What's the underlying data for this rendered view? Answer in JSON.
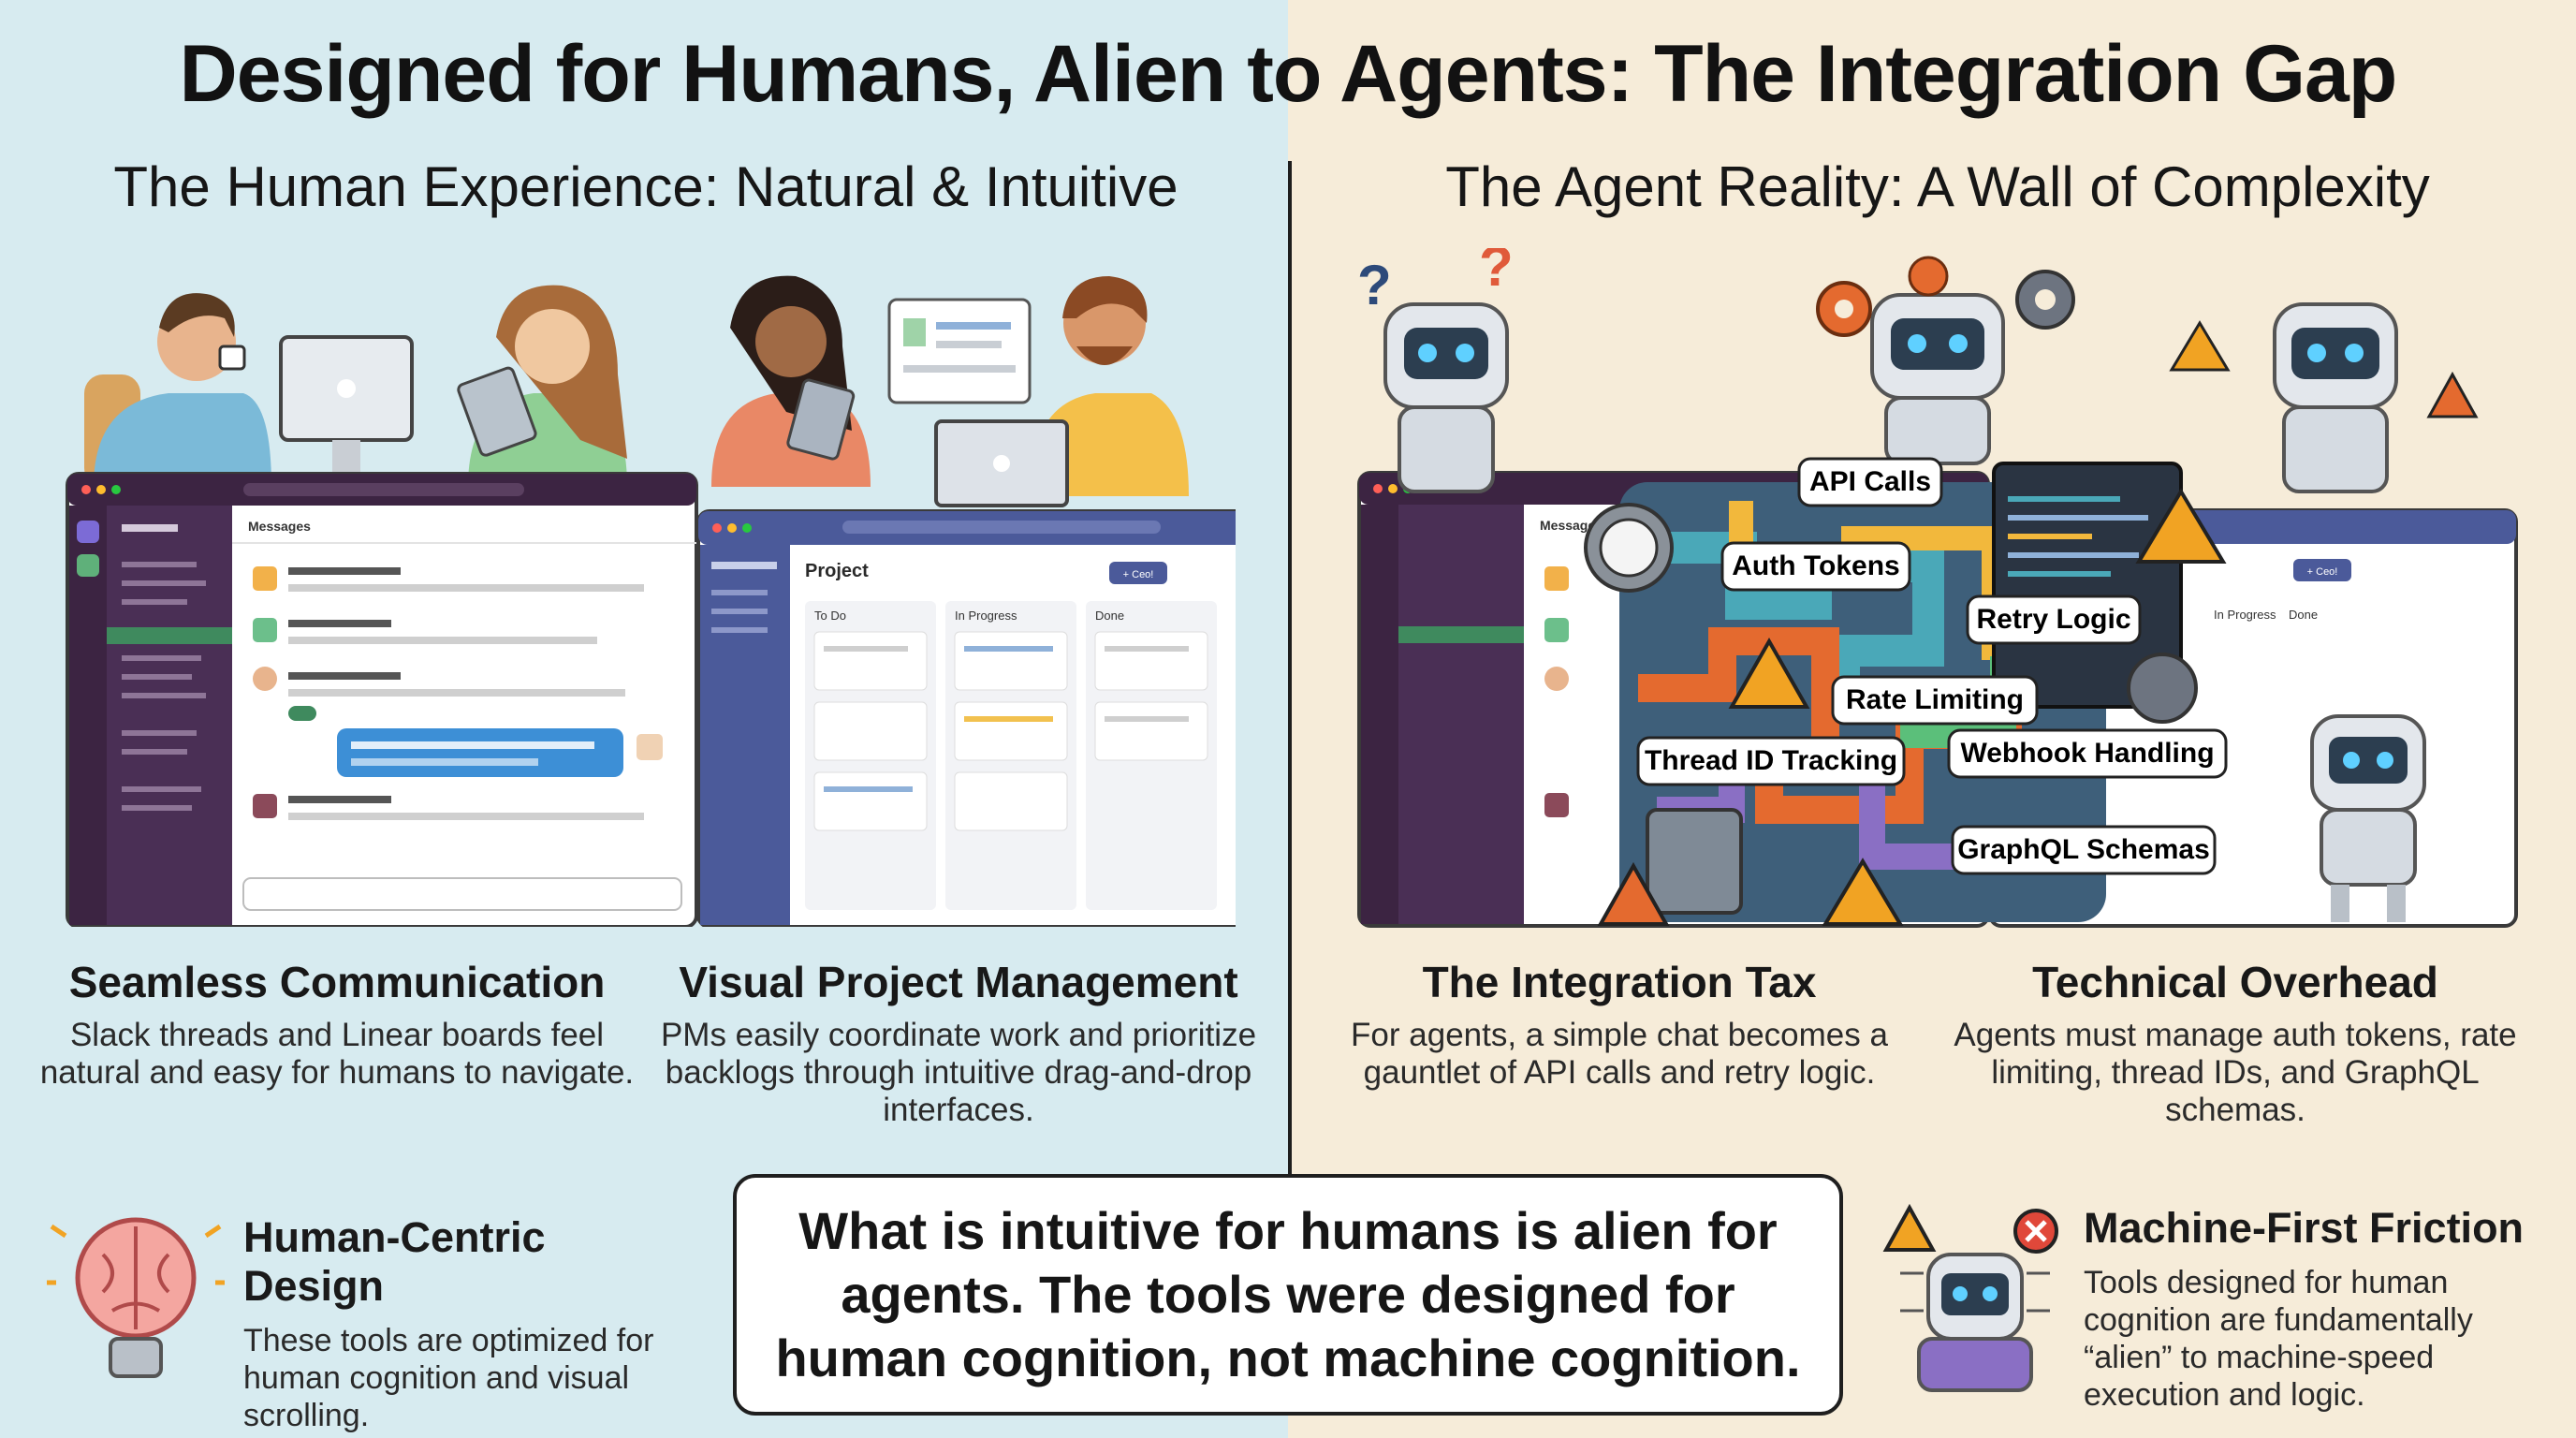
{
  "title": "Designed for Humans, Alien to Agents: The Integration Gap",
  "left": {
    "heading": "The Human Experience: Natural & Intuitive",
    "slack_mock": {
      "channel_label": "Messages"
    },
    "linear_mock": {
      "project_label": "Project",
      "new_button": "+ Ceo!",
      "columns": [
        "To Do",
        "In Progress",
        "Done"
      ]
    },
    "captions": [
      {
        "title": "Seamless Communication",
        "text": "Slack threads and Linear boards feel natural and easy for humans to navigate."
      },
      {
        "title": "Visual Project Management",
        "text": "PMs easily coordinate work and prioritize backlogs through intuitive drag-and-drop interfaces."
      }
    ],
    "bottom": {
      "title": "Human-Centric Design",
      "text": "These tools are optimized for human cognition and visual scrolling."
    }
  },
  "right": {
    "heading": "The Agent Reality: A Wall of Complexity",
    "slack_mock": {
      "channel_label": "Messages"
    },
    "linear_mock": {
      "new_button": "+ Ceo!",
      "columns": [
        "In Progress",
        "Done"
      ]
    },
    "labels": [
      "API Calls",
      "Auth Tokens",
      "Retry Logic",
      "Rate Limiting",
      "Thread ID Tracking",
      "Webhook Handling",
      "GraphQL Schemas"
    ],
    "captions": [
      {
        "title": "The Integration Tax",
        "text": "For agents, a simple chat becomes a gauntlet of API calls and retry logic."
      },
      {
        "title": "Technical Overhead",
        "text": "Agents must manage auth tokens, rate limiting, thread IDs, and GraphQL schemas."
      }
    ],
    "bottom": {
      "title": "Machine-First Friction",
      "text": "Tools designed for human cognition are fundamentally “alien” to machine-speed execution and logic."
    }
  },
  "callout": "What is intuitive for humans is alien for agents. The tools were designed for human cognition, not machine cognition.",
  "colors": {
    "left_bg": "#d7ebf0",
    "right_bg": "#f6ecd9",
    "slack_sidebar": "#4a2f55",
    "linear_sidebar": "#4b5a9a",
    "warning": "#f1a323",
    "accent_blue": "#3d8fd6"
  },
  "icons": [
    "brain-lightbulb-icon",
    "robot-icon",
    "warning-icon",
    "gear-icon",
    "question-mark-icon",
    "database-icon"
  ]
}
